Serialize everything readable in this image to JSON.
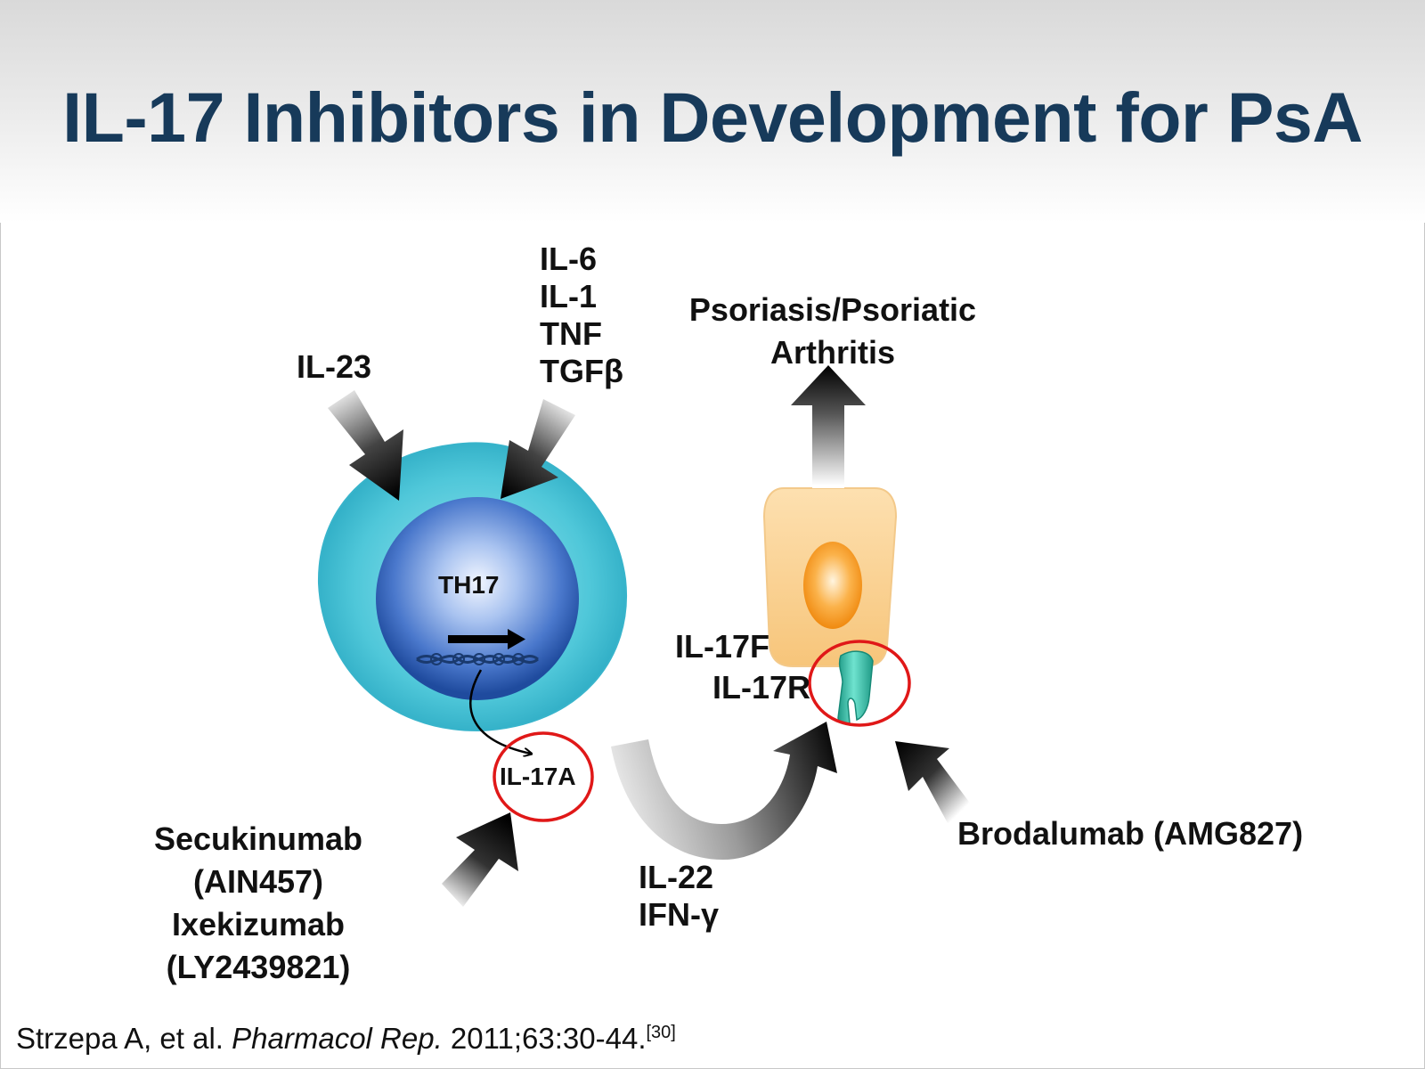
{
  "slide": {
    "title": "IL-17 Inhibitors in Development for PsA"
  },
  "diagram": {
    "stimuli_left": "IL-23",
    "stimuli_right": [
      "IL-6",
      "IL-1",
      "TNF",
      "TGFβ"
    ],
    "cell_label": "TH17",
    "cytokine_circle": "IL-17A",
    "outcome": [
      "Psoriasis/Psoriatic",
      "Arthritis"
    ],
    "receptor_labels": [
      "IL-17F",
      "IL-17R"
    ],
    "other_cytokines": [
      "IL-22",
      "IFN-γ"
    ],
    "drugs_left": [
      "Secukinumab",
      "(AIN457)",
      "Ixekizumab",
      "(LY2439821)"
    ],
    "drug_right": "Brodalumab (AMG827)"
  },
  "citation": {
    "authors": "Strzepa A, et al.",
    "journal": "Pharmacol Rep.",
    "details": "2011;63:30-44.",
    "ref": "[30]"
  },
  "colors": {
    "title": "#173a5a",
    "cell_outer": "#4cc3d6",
    "cell_nucleus": "#2f5fb3",
    "target_circle": "#e01818",
    "receptor": "#3cc7b0",
    "target_cell": "#f8c978"
  }
}
